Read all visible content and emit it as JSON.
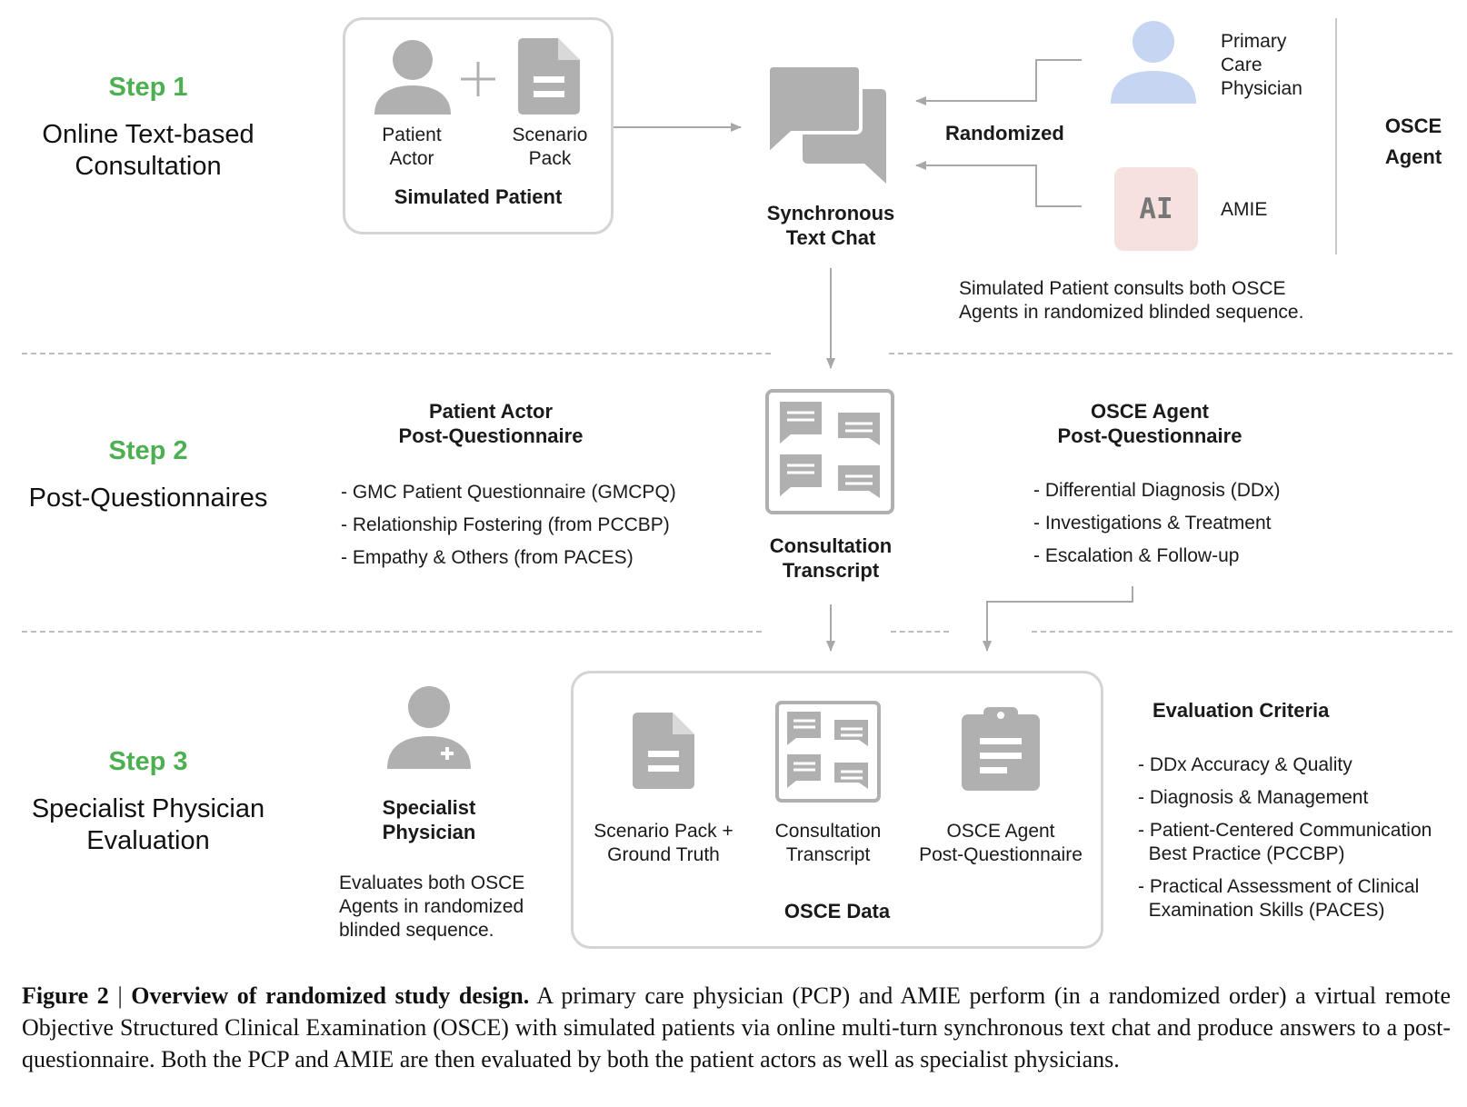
{
  "colors": {
    "step_green": "#4caf50",
    "icon_gray": "#b0b0b0",
    "pcp_blue": "#c5d5f2",
    "ai_pink": "#f7e1df",
    "line_gray": "#a8a8a8"
  },
  "step1": {
    "label": "Step 1",
    "title_line1": "Online Text-based",
    "title_line2": "Consultation",
    "patient_actor_1": "Patient",
    "patient_actor_2": "Actor",
    "scenario_pack_1": "Scenario",
    "scenario_pack_2": "Pack",
    "simulated_patient": "Simulated Patient",
    "chat_line1": "Synchronous",
    "chat_line2": "Text Chat",
    "randomized": "Randomized",
    "pcp_1": "Primary",
    "pcp_2": "Care",
    "pcp_3": "Physician",
    "ai_badge": "AI",
    "amie": "AMIE",
    "osce_agent_1": "OSCE",
    "osce_agent_2": "Agent",
    "note_line1": "Simulated Patient consults both OSCE",
    "note_line2": "Agents in randomized blinded sequence."
  },
  "step2": {
    "label": "Step 2",
    "title": "Post-Questionnaires",
    "pa_q_title_1": "Patient Actor",
    "pa_q_title_2": "Post-Questionnaire",
    "pa_items": [
      "- GMC Patient Questionnaire (GMCPQ)",
      "- Relationship Fostering (from PCCBP)",
      "- Empathy & Others (from PACES)"
    ],
    "transcript_1": "Consultation",
    "transcript_2": "Transcript",
    "oa_q_title_1": "OSCE Agent",
    "oa_q_title_2": "Post-Questionnaire",
    "oa_items": [
      "- Differential Diagnosis (DDx)",
      "- Investigations & Treatment",
      "- Escalation & Follow-up"
    ]
  },
  "step3": {
    "label": "Step 3",
    "title_line1": "Specialist Physician",
    "title_line2": "Evaluation",
    "specialist_1": "Specialist",
    "specialist_2": "Physician",
    "eval_note_1": "Evaluates both OSCE",
    "eval_note_2": "Agents in randomized",
    "eval_note_3": "blinded sequence.",
    "doc1_1": "Scenario Pack +",
    "doc1_2": "Ground Truth",
    "doc2_1": "Consultation",
    "doc2_2": "Transcript",
    "doc3_1": "OSCE Agent",
    "doc3_2": "Post-Questionnaire",
    "osce_data": "OSCE Data",
    "criteria_title": "Evaluation Criteria",
    "criteria": [
      [
        "- DDx Accuracy & Quality"
      ],
      [
        "- Diagnosis & Management"
      ],
      [
        "- Patient-Centered Communication",
        "  Best Practice (PCCBP)"
      ],
      [
        "- Practical Assessment of Clinical",
        "  Examination Skills (PACES)"
      ]
    ]
  },
  "caption": {
    "figure": "Figure 2",
    "sep": " | ",
    "title": "Overview of randomized study design.",
    "text": " A primary care physician (PCP) and AMIE perform (in a randomized order) a virtual remote Objective Structured Clinical Examination (OSCE) with simulated patients via online multi-turn synchronous text chat and produce answers to a post-questionnaire. Both the PCP and AMIE are then evaluated by both the patient actors as well as specialist physicians."
  }
}
